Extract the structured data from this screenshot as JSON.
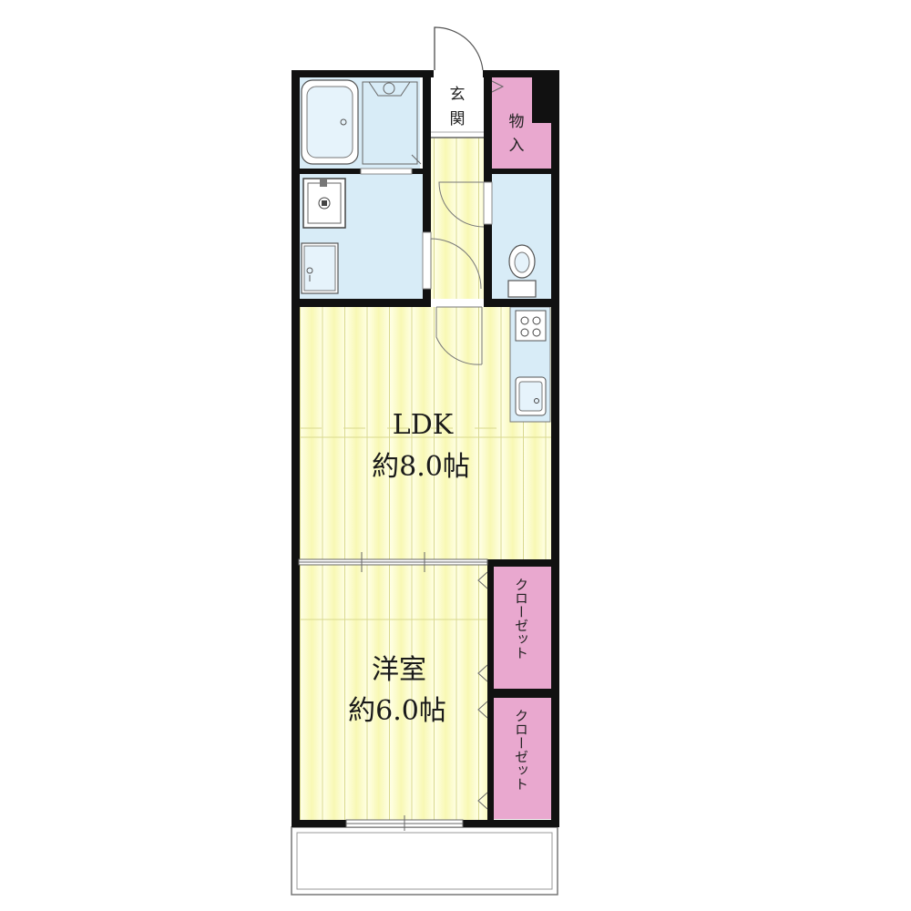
{
  "floorplan": {
    "rooms": {
      "genkan": {
        "label_line1": "玄",
        "label_line2": "関"
      },
      "monoire": {
        "label_line1": "物",
        "label_line2": "入"
      },
      "ldk": {
        "name": "LDK",
        "size": "約8.0帖"
      },
      "yoshitsu": {
        "name": "洋室",
        "size": "約6.0帖"
      },
      "closet_upper": {
        "label": "クローゼット"
      },
      "closet_lower": {
        "label": "クローゼット"
      }
    },
    "colors": {
      "wall": "#111111",
      "floor_yellow": "#fbfbc4",
      "wet_area_blue": "#d8ecf7",
      "storage_pink": "#e9a8cf",
      "balcony": "#ffffff"
    }
  }
}
